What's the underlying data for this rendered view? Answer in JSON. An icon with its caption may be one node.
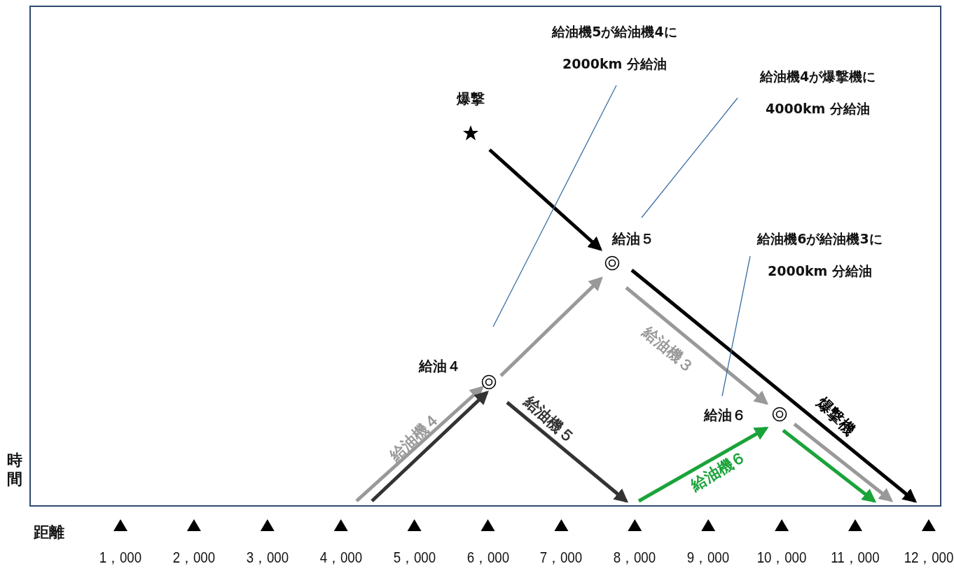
{
  "diagram": {
    "nodes": [
      {
        "text": [
          "爆撃"
        ]
      },
      {
        "text": [
          "給油５"
        ]
      },
      {
        "text": [
          "給油４"
        ]
      },
      {
        "text": [
          "給油６"
        ]
      },
      {
        "text": [
          "給油機5が給油機4に 2000km 分給油"
        ]
      },
      {
        "text": [
          "給油機4が爆撃機に 4000km 分給油"
        ]
      },
      {
        "text": [
          "給油機6が給油機3に 2000km 分給油"
        ]
      }
    ],
    "edges": [
      {
        "from": null,
        "to": 2,
        "arrow": "to",
        "label": "給油機４",
        "color": "#999999"
      },
      {
        "from": null,
        "to": 2,
        "arrow": "to",
        "color": "#333333"
      },
      {
        "from": 2,
        "to": 1,
        "arrow": "to",
        "color": "#999999"
      },
      {
        "from": 2,
        "to": null,
        "arrow": "to",
        "label": "給油機５",
        "color": "#333333"
      },
      {
        "from": 0,
        "to": 1,
        "arrow": "to",
        "color": "#000000"
      },
      {
        "from": 1,
        "to": 3,
        "arrow": "to",
        "label": "給油機３",
        "color": "#999999"
      },
      {
        "from": 1,
        "to": null,
        "arrow": "to",
        "label": "爆撃機",
        "color": "#000000"
      },
      {
        "from": null,
        "to": 3,
        "arrow": "to",
        "label": "給油機６",
        "color": "#1aa33a"
      },
      {
        "from": 3,
        "to": null,
        "arrow": "to",
        "color": "#999999"
      },
      {
        "from": 3,
        "to": null,
        "arrow": "to",
        "color": "#1aa33a"
      },
      {
        "from": 4,
        "to": 2,
        "arrow": "none",
        "color": "#3a6ea5"
      },
      {
        "from": 5,
        "to": 1,
        "arrow": "none",
        "color": "#3a6ea5"
      },
      {
        "from": 6,
        "to": 3,
        "arrow": "none",
        "color": "#3a6ea5"
      }
    ],
    "labels": [
      "時間",
      "距離",
      "1，000",
      "2，000",
      "3，000",
      "4，000",
      "5，000",
      "6，000",
      "7，000",
      "8，000",
      "9，000",
      "10，000",
      "11，000",
      "12，000"
    ]
  }
}
